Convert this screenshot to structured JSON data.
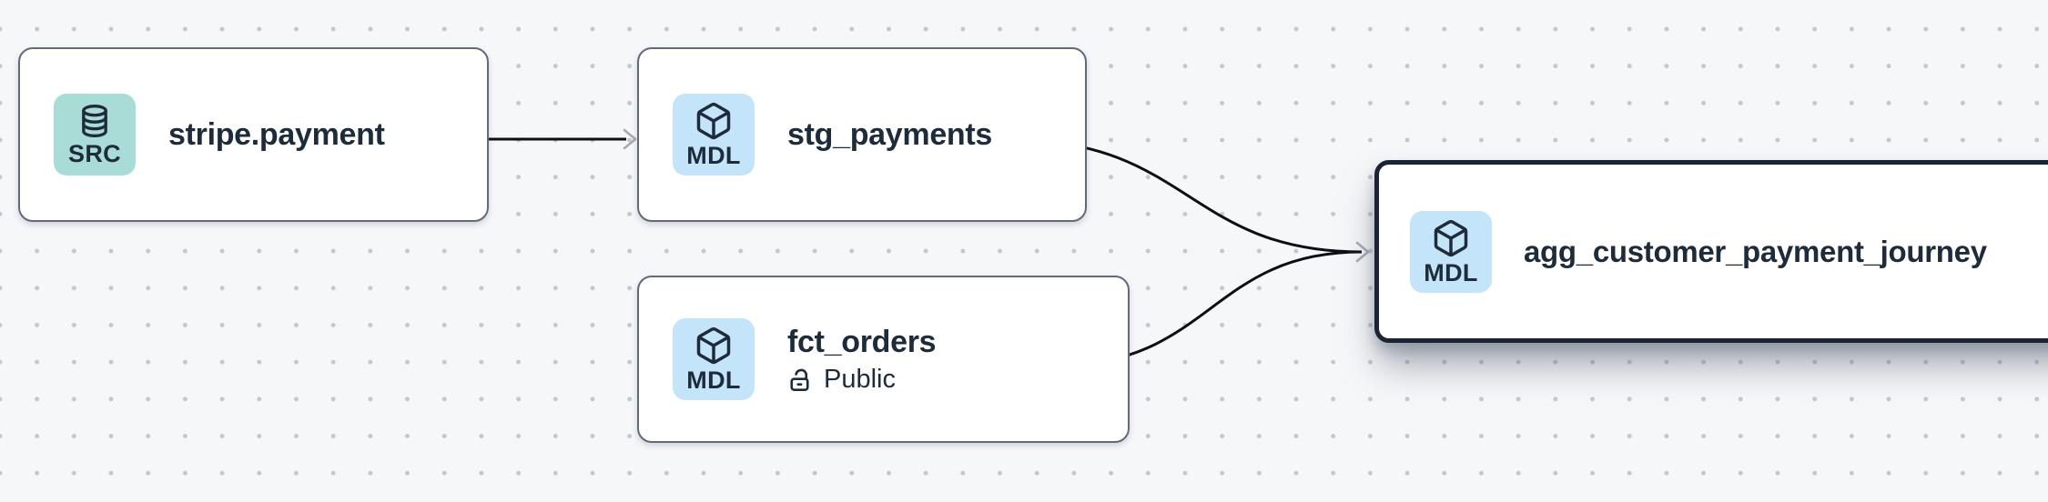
{
  "canvas": {
    "background_color": "#f6f7f9",
    "dot_color": "#c2c7d0",
    "edge_color": "#0c0f14",
    "arrowhead_color": "#a5abb6",
    "node_border_color": "#5f6b7b",
    "selected_border_color": "#1b2434",
    "text_color": "#1d2b3a"
  },
  "nodes": [
    {
      "title": "stripe.payment",
      "badge": {
        "label": "SRC",
        "icon": "database-icon",
        "color": "#a9dcd7"
      },
      "selected": false
    },
    {
      "title": "stg_payments",
      "badge": {
        "label": "MDL",
        "icon": "cube-icon",
        "color": "#c3e4f9"
      },
      "selected": false
    },
    {
      "title": "fct_orders",
      "badge": {
        "label": "MDL",
        "icon": "cube-icon",
        "color": "#c3e4f9"
      },
      "access_label": "Public",
      "access_icon": "lock-open-icon",
      "selected": false
    },
    {
      "title": "agg_customer_payment_journey",
      "badge": {
        "label": "MDL",
        "icon": "cube-icon",
        "color": "#c3e4f9"
      },
      "selected": true
    }
  ],
  "edges": [
    {
      "from": "stripe.payment",
      "to": "stg_payments"
    },
    {
      "from": "stg_payments",
      "to": "agg_customer_payment_journey"
    },
    {
      "from": "fct_orders",
      "to": "agg_customer_payment_journey"
    }
  ]
}
